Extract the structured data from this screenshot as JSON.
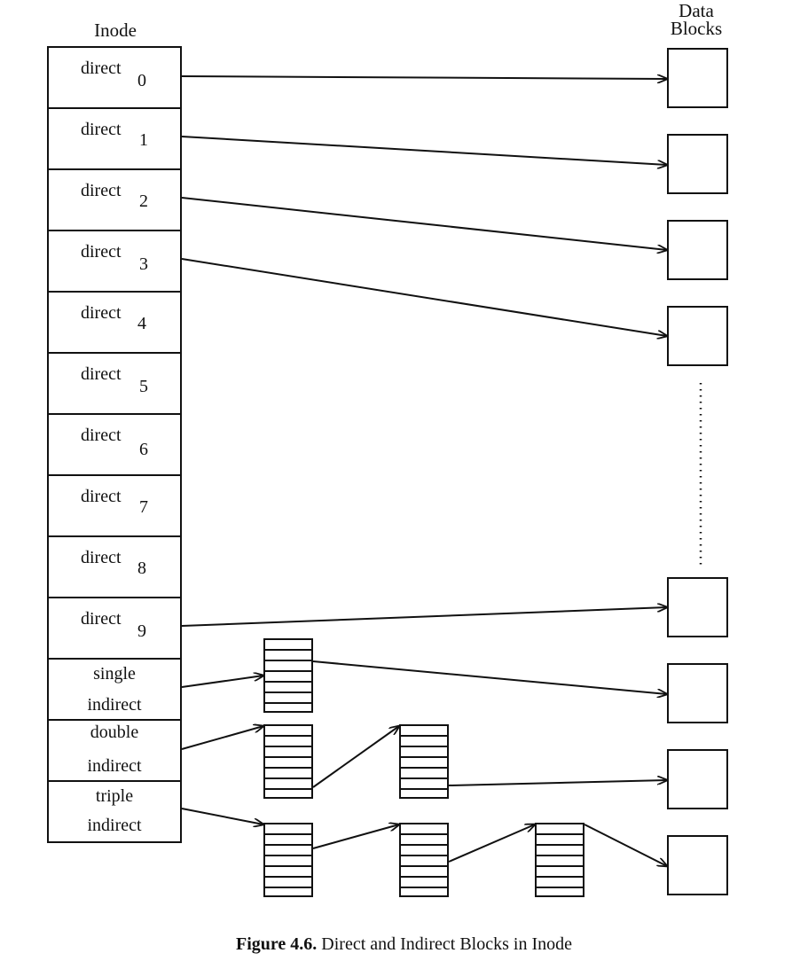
{
  "headers": {
    "inode": "Inode",
    "data_blocks_line1": "Data",
    "data_blocks_line2": "Blocks"
  },
  "inode_entries": {
    "direct_label": "direct",
    "subscripts": [
      "0",
      "1",
      "2",
      "3",
      "4",
      "5",
      "6",
      "7",
      "8",
      "9"
    ],
    "single_line1": "single",
    "single_line2": "indirect",
    "double_line1": "double",
    "double_line2": "indirect",
    "triple_line1": "triple",
    "triple_line2": "indirect"
  },
  "caption": {
    "number": "Figure 4.6.",
    "text": "Direct and Indirect Blocks in Inode"
  }
}
